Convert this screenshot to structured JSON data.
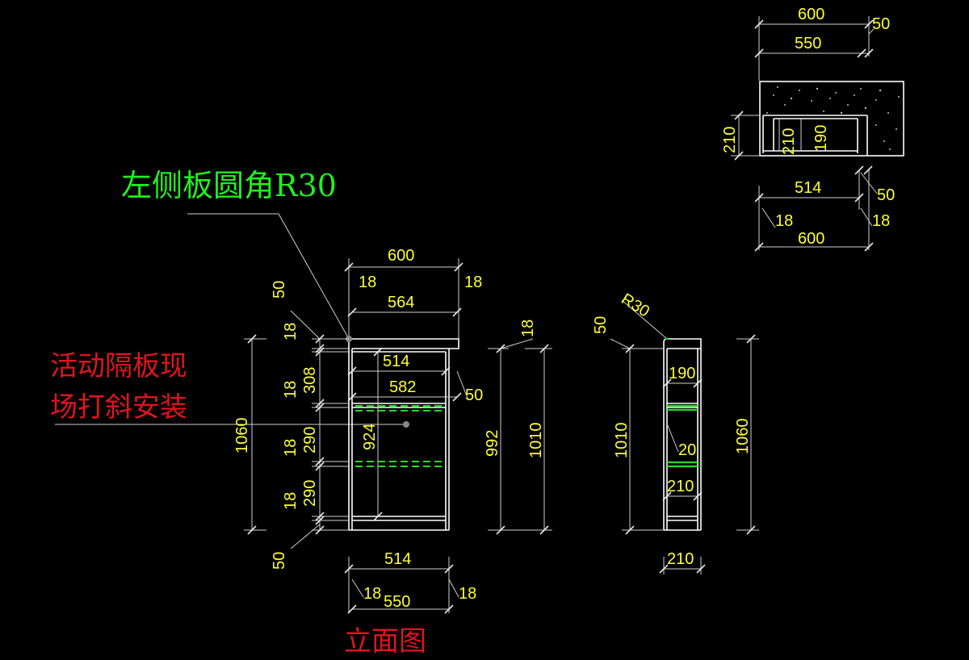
{
  "labels": {
    "left_panel_note": "左侧板圆角R30",
    "shelf_note_line1": "活动隔板现",
    "shelf_note_line2": "场打斜安装",
    "elevation_title": "立面图"
  },
  "dimensions": {
    "elev_top_600": "600",
    "elev_top_18_left": "18",
    "elev_top_18_right": "18",
    "elev_top_564": "564",
    "elev_in_514": "514",
    "elev_in_582": "582",
    "elev_right_50": "50",
    "elev_right_18": "18",
    "elev_in_924": "924",
    "elev_left_50_top": "50",
    "elev_left_18_a": "18",
    "elev_left_18_b": "18",
    "elev_left_308": "308",
    "elev_left_18_c": "18",
    "elev_left_290_a": "290",
    "elev_left_18_d": "18",
    "elev_left_290_b": "290",
    "elev_left_50_bottom": "50",
    "elev_left_1060": "1060",
    "elev_bot_514": "514",
    "elev_bot_18_left": "18",
    "elev_bot_550": "550",
    "elev_bot_18_right": "18",
    "elev_right_992": "992",
    "elev_right_1010": "1010",
    "side_r30": "R30",
    "side_50": "50",
    "side_190": "190",
    "side_20": "20",
    "side_210_in": "210",
    "side_1010": "1010",
    "side_1060": "1060",
    "side_210_bot": "210",
    "plan_600_top": "600",
    "plan_550": "550",
    "plan_50_top": "50",
    "plan_210_left": "210",
    "plan_210_in": "210",
    "plan_190": "190",
    "plan_514": "514",
    "plan_50_right": "50",
    "plan_18_left": "18",
    "plan_18_right": "18",
    "plan_600_bot": "600"
  }
}
